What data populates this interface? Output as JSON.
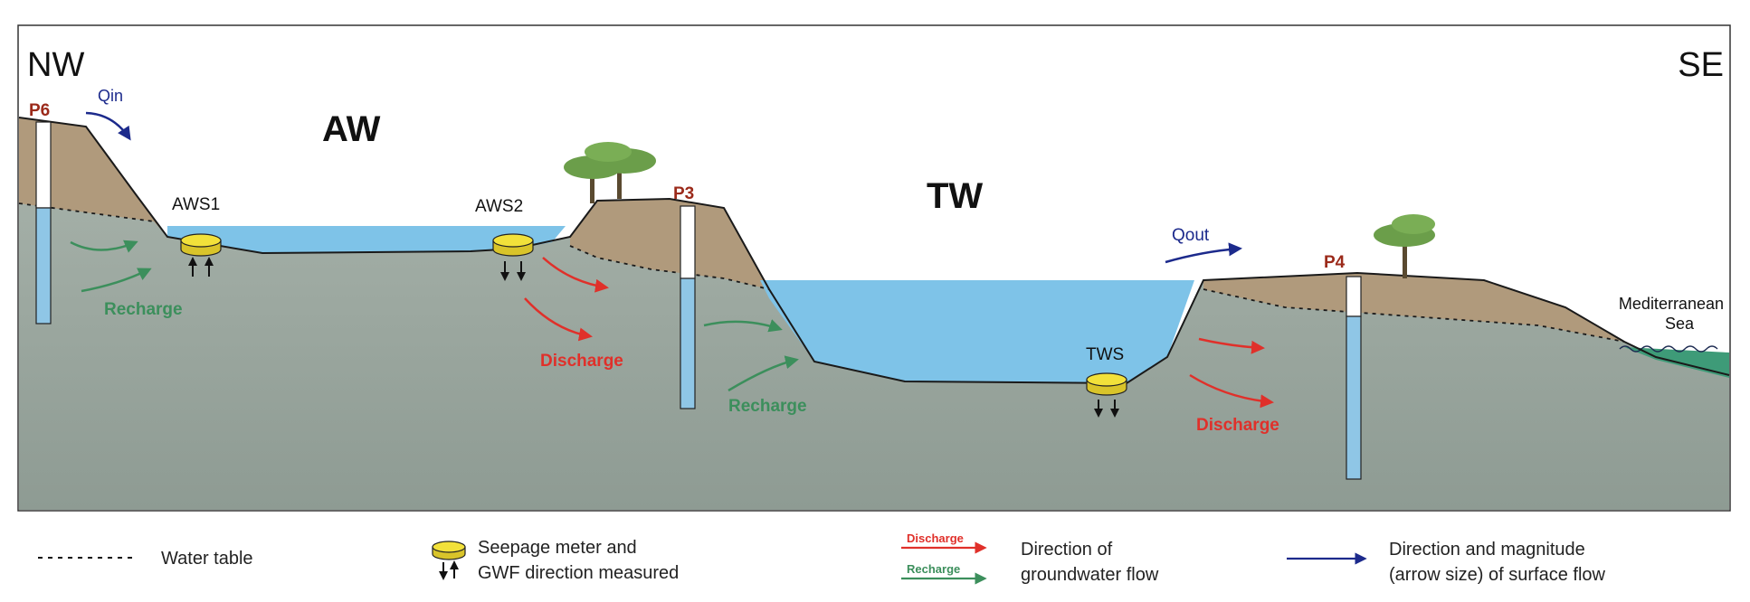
{
  "colors": {
    "ground": "#9aa7a0",
    "soil": "#b09a7c",
    "water": "#7ec3e8",
    "sea": "#3e9b78",
    "discharge_arrow": "#e0302a",
    "recharge_arrow": "#3c8f5c",
    "surface_flow_arrow": "#1c2a8c",
    "seepage_meter": "#f2e13a",
    "well_water": "#8fc6e6",
    "tree": "#6b9e4a"
  },
  "orientation": {
    "left": "NW",
    "right": "SE"
  },
  "water_bodies": {
    "aw": "AW",
    "tw": "TW"
  },
  "wells": {
    "p6": "P6",
    "p3": "P3",
    "p4": "P4"
  },
  "seepage_meters": {
    "aws1": "AWS1",
    "aws2": "AWS2",
    "tws": "TWS"
  },
  "surface_flow": {
    "inflow": "Qin",
    "outflow": "Qout"
  },
  "flow_labels": {
    "recharge": "Recharge",
    "discharge": "Discharge"
  },
  "sea_label": [
    "Mediterranean",
    "Sea"
  ],
  "legend": {
    "water_table": "Water table",
    "seepage_meter": [
      "Seepage meter and",
      "GWF direction measured"
    ],
    "arrow_discharge_tag": "Discharge",
    "arrow_recharge_tag": "Recharge",
    "gw_flow": [
      "Direction of",
      "groundwater flow"
    ],
    "surface_flow": [
      "Direction and magnitude",
      "(arrow size) of surface flow"
    ]
  }
}
